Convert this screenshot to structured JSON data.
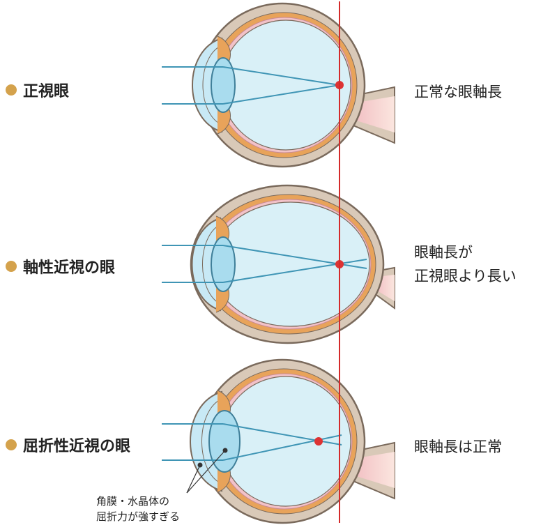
{
  "colors": {
    "bullet": "#d4a24c",
    "guide_line": "#d42a2a",
    "focal_point": "#dd3333",
    "light_ray": "#3f95b5",
    "sclera": "#d9c9b8",
    "choroid": "#e8a35a",
    "retina": "#f2c2c8",
    "vitreous": "#d9f0f7",
    "lens": "#a9dcee",
    "cornea": "#c8e9f5",
    "outline": "#7a6a5c"
  },
  "rows": [
    {
      "label": "正視眼",
      "right_lines": [
        "正常な眼軸長"
      ]
    },
    {
      "label": "軸性近視の眼",
      "right_lines": [
        "眼軸長が",
        "正視眼より長い"
      ]
    },
    {
      "label": "屈折性近視の眼",
      "right_lines": [
        "眼軸長は正常"
      ]
    }
  ],
  "annotation": {
    "lines": [
      "角膜・水晶体の",
      "屈折力が強すぎる"
    ]
  },
  "icons": [
    "eye-normal-icon",
    "eye-axial-myopia-icon",
    "eye-refractive-myopia-icon"
  ]
}
